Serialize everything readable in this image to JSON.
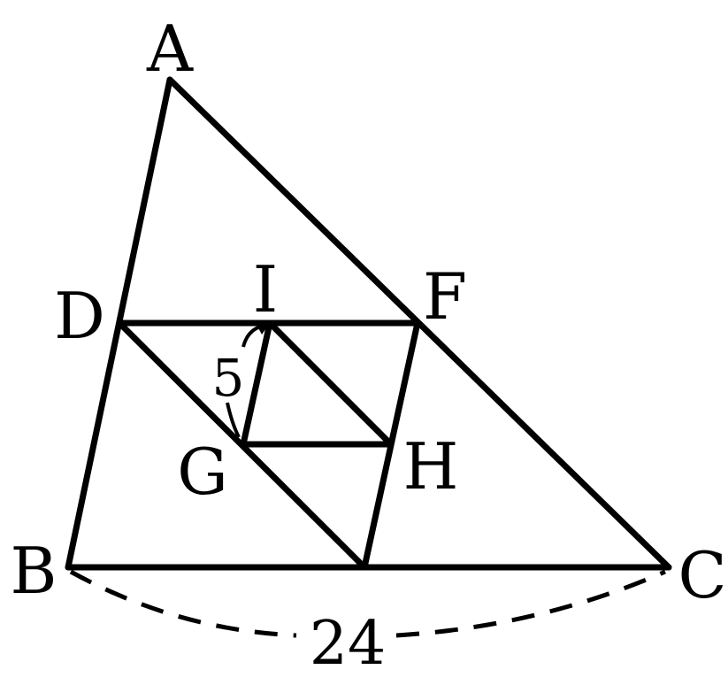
{
  "points": {
    "A": "A",
    "B": "B",
    "C": "C",
    "D": "D",
    "F": "F",
    "G": "G",
    "H": "H",
    "I": "I"
  },
  "measurements": {
    "ig_length": "5",
    "bc_length": "24"
  }
}
